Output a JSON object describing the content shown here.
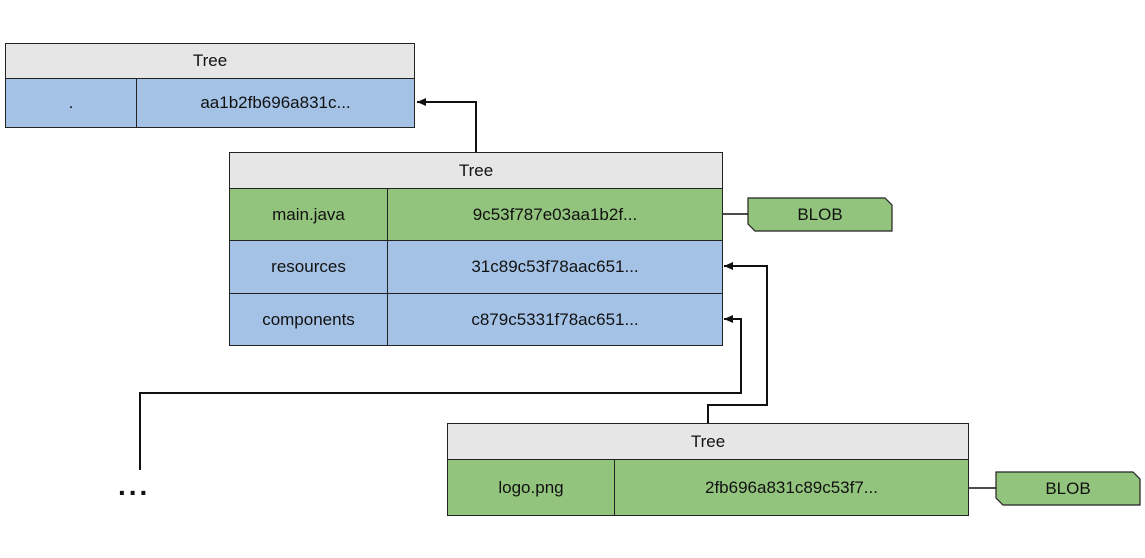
{
  "trees": {
    "root": {
      "header": "Tree",
      "rows": [
        {
          "name": ".",
          "hash": "aa1b2fb696a831c..."
        }
      ]
    },
    "middle": {
      "header": "Tree",
      "rows": [
        {
          "name": "main.java",
          "hash": "9c53f787e03aa1b2f..."
        },
        {
          "name": "resources",
          "hash": "31c89c53f78aac651..."
        },
        {
          "name": "components",
          "hash": "c879c5331f78ac651..."
        }
      ]
    },
    "bottom": {
      "header": "Tree",
      "rows": [
        {
          "name": "logo.png",
          "hash": "2fb696a831c89c53f7..."
        }
      ]
    }
  },
  "blobs": {
    "main_java": "BLOB",
    "logo_png": "BLOB"
  },
  "ellipsis": "...",
  "colors": {
    "tree_entry": "#a4c2e6",
    "blob_entry": "#93c47d",
    "header": "#e6e6e6"
  }
}
